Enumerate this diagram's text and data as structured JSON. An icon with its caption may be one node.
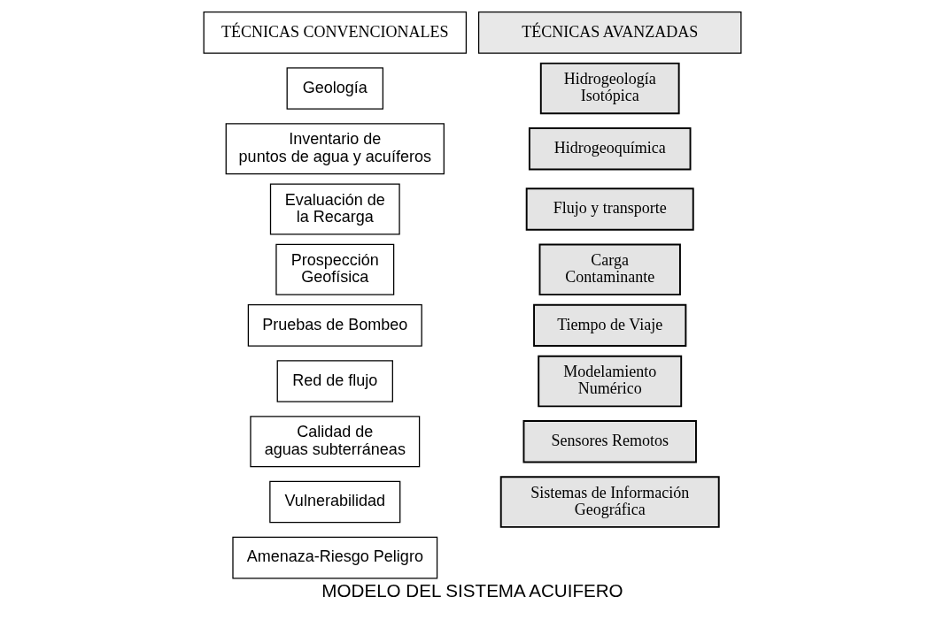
{
  "diagram": {
    "caption": "MODELO DEL SISTEMA ACUIFERO",
    "nodes": [
      {
        "text": [
          "TÉCNICAS CONVENCIONALES"
        ]
      },
      {
        "text": [
          "Geología"
        ]
      },
      {
        "text": [
          "Inventario de puntos de agua y acuíferos"
        ]
      },
      {
        "text": [
          "Evaluación de la Recarga"
        ]
      },
      {
        "text": [
          "Prospección Geofísica"
        ]
      },
      {
        "text": [
          "Pruebas de Bombeo"
        ]
      },
      {
        "text": [
          "Red de flujo"
        ]
      },
      {
        "text": [
          "Calidad de aguas subterráneas"
        ]
      },
      {
        "text": [
          "Vulnerabilidad"
        ]
      },
      {
        "text": [
          "Amenaza-Riesgo Peligro"
        ]
      },
      {
        "text": [
          "TÉCNICAS AVANZADAS"
        ]
      },
      {
        "text": [
          "Hidrogeología Isotópica"
        ]
      },
      {
        "text": [
          "Hidrogeoquímica"
        ]
      },
      {
        "text": [
          "Flujo y transporte"
        ]
      },
      {
        "text": [
          "Carga Contaminante"
        ]
      },
      {
        "text": [
          "Tiempo de Viaje"
        ]
      },
      {
        "text": [
          "Modelamiento Numérico"
        ]
      },
      {
        "text": [
          "Sensores Remotos"
        ]
      },
      {
        "text": [
          "Sistemas de Información Geográfica"
        ]
      }
    ],
    "edges": []
  }
}
